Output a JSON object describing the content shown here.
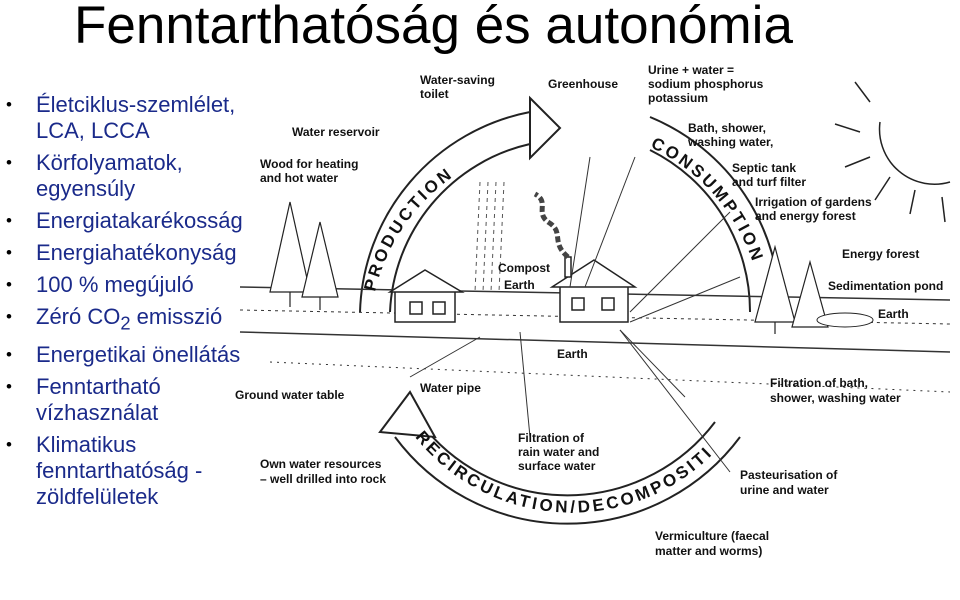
{
  "title": "Fenntarthatóság és autonómia",
  "bullets": [
    {
      "line1": "Életciklus-szemlélet,",
      "line2": "LCA, LCCA"
    },
    {
      "line1": "Körfolyamatok,",
      "line2": "egyensúly"
    },
    {
      "line1": "Energiatakarékosság",
      "line2": ""
    },
    {
      "line1": "Energiahatékonyság",
      "line2": ""
    },
    {
      "line1": "100 % megújuló",
      "line2": ""
    },
    {
      "line1": "Zéró CO",
      "sub": "2",
      "after": " emisszió"
    },
    {
      "line1": "Energetikai önellátás",
      "line2": ""
    },
    {
      "line1": "Fenntartható",
      "line2": "vízhasználat"
    },
    {
      "line1": "Klimatikus",
      "line2": "fenntarthatóság -",
      "line3": "zöldfelületek"
    }
  ],
  "diagram": {
    "ring_labels": {
      "production": "PRODUCTION",
      "consumption": "CONSUMPTION",
      "recirculation": "RECIRCULATION/DECOMPOSITION"
    },
    "labels": {
      "water_saving_toilet_1": "Water-saving",
      "water_saving_toilet_2": "toilet",
      "greenhouse": "Greenhouse",
      "urine_1": "Urine + water =",
      "urine_2": "sodium phosphorus",
      "urine_3": "potassium",
      "water_reservoir": "Water reservoir",
      "bath_1": "Bath, shower,",
      "bath_2": "washing water,",
      "wood_1": "Wood for heating",
      "wood_2": "and hot water",
      "septic_1": "Septic tank",
      "septic_2": "and turf filter",
      "irrigation_1": "Irrigation of gardens",
      "irrigation_2": "and energy forest",
      "compost": "Compost",
      "earth_top": "Earth",
      "energy_forest": "Energy forest",
      "sedimentation": "Sedimentation pond",
      "earth_right": "Earth",
      "earth_mid": "Earth",
      "water_pipe": "Water pipe",
      "ground_water": "Ground water table",
      "filtration_bath_1": "Filtration of bath,",
      "filtration_bath_2": "shower, washing water",
      "filtration_rain_1": "Filtration of",
      "filtration_rain_2": "rain water and",
      "filtration_rain_3": "surface water",
      "own_water_1": "Own water resources",
      "own_water_2": "– well drilled into rock",
      "pasteurisation_1": "Pasteurisation of",
      "pasteurisation_2": "urine and water",
      "vermiculture_1": "Vermiculture (faecal",
      "vermiculture_2": "matter and worms)"
    }
  }
}
